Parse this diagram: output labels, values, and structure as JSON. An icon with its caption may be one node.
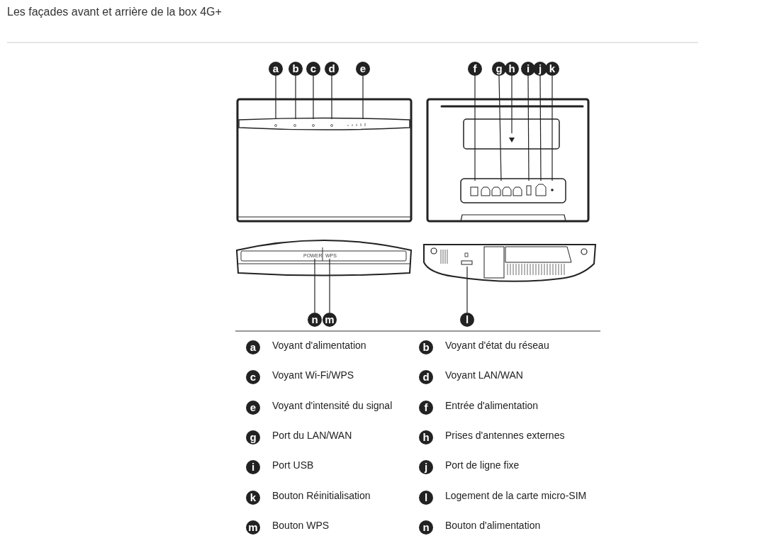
{
  "diagram": {
    "title": "Les façades avant et arrière de la box 4G+",
    "nodes": [
      {
        "text": [
          "a"
        ]
      },
      {
        "text": [
          "b"
        ]
      },
      {
        "text": [
          "c"
        ]
      },
      {
        "text": [
          "d"
        ]
      },
      {
        "text": [
          "e"
        ]
      },
      {
        "text": [
          "f"
        ]
      },
      {
        "text": [
          "g"
        ]
      },
      {
        "text": [
          "h"
        ]
      },
      {
        "text": [
          "i"
        ]
      },
      {
        "text": [
          "j"
        ]
      },
      {
        "text": [
          "k"
        ]
      },
      {
        "text": [
          "n"
        ]
      },
      {
        "text": [
          "m"
        ]
      },
      {
        "text": [
          "l"
        ]
      },
      {
        "text": [
          "a"
        ],
        "beside": [
          "Voyant d'alimentation"
        ]
      },
      {
        "text": [
          "b"
        ],
        "beside": [
          "Voyant d'état du réseau"
        ]
      },
      {
        "text": [
          "c"
        ],
        "beside": [
          "Voyant Wi-Fi/WPS"
        ]
      },
      {
        "text": [
          "d"
        ],
        "beside": [
          "Voyant LAN/WAN"
        ]
      },
      {
        "text": [
          "e"
        ],
        "beside": [
          "Voyant d'intensité du signal"
        ]
      },
      {
        "text": [
          "f"
        ],
        "beside": [
          "Entrée d'alimentation"
        ]
      },
      {
        "text": [
          "g"
        ],
        "beside": [
          "Port du LAN/WAN"
        ]
      },
      {
        "text": [
          "h"
        ],
        "beside": [
          "Prises d'antennes externes"
        ]
      },
      {
        "text": [
          "i"
        ],
        "beside": [
          "Port USB"
        ]
      },
      {
        "text": [
          "j"
        ],
        "beside": [
          "Port de ligne fixe"
        ]
      },
      {
        "text": [
          "k"
        ],
        "beside": [
          "Bouton Réinitialisation"
        ]
      },
      {
        "text": [
          "l"
        ],
        "beside": [
          "Logement de la carte micro-SIM"
        ]
      },
      {
        "text": [
          "m"
        ],
        "beside": [
          "Bouton WPS"
        ]
      },
      {
        "text": [
          "n"
        ],
        "beside": [
          "Bouton d'alimentation"
        ]
      },
      {
        "text": [
          "POWER"
        ]
      },
      {
        "text": [
          "WPS"
        ]
      }
    ],
    "edges": [
      {
        "from": 0,
        "to": null,
        "arrow": "none"
      },
      {
        "from": 1,
        "to": null,
        "arrow": "none"
      },
      {
        "from": 2,
        "to": null,
        "arrow": "none"
      },
      {
        "from": 3,
        "to": null,
        "arrow": "none"
      },
      {
        "from": 4,
        "to": null,
        "arrow": "none"
      },
      {
        "from": 5,
        "to": null,
        "arrow": "none"
      },
      {
        "from": 6,
        "to": null,
        "arrow": "none"
      },
      {
        "from": 7,
        "to": null,
        "arrow": "none"
      },
      {
        "from": 8,
        "to": null,
        "arrow": "none"
      },
      {
        "from": 9,
        "to": null,
        "arrow": "none"
      },
      {
        "from": 10,
        "to": null,
        "arrow": "none"
      },
      {
        "from": 11,
        "to": 28,
        "arrow": "none"
      },
      {
        "from": 12,
        "to": 29,
        "arrow": "none"
      },
      {
        "from": 13,
        "to": null,
        "arrow": "none"
      }
    ]
  }
}
